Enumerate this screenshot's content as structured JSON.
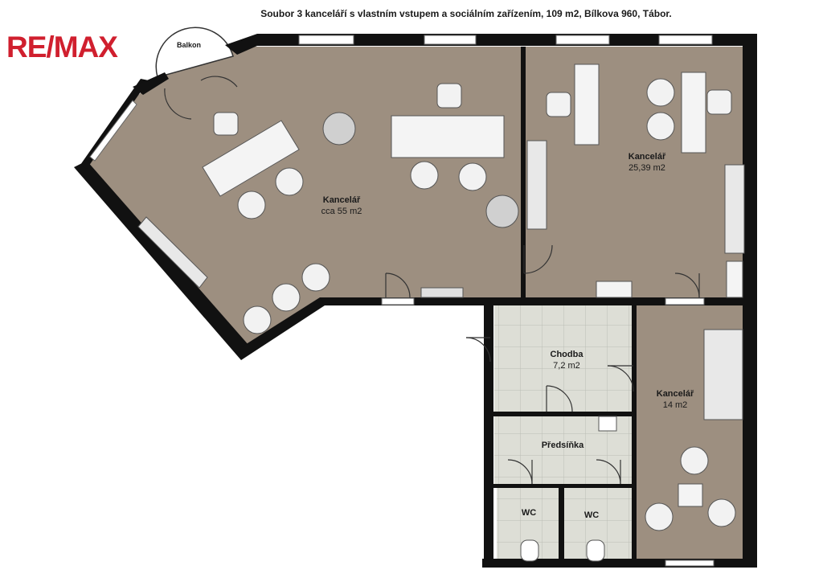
{
  "title": "Soubor 3 kanceláří s vlastním vstupem a sociálním zařízením, 109 m2, Bílkova 960, Tábor.",
  "logo": {
    "part1": "RE",
    "slash": "/",
    "part2": "MAX"
  },
  "colors": {
    "floor": "#9d8f80",
    "wall": "#111111",
    "tile": "#ddded6",
    "tile_line": "#b9bab2",
    "brand": "#d01f2e"
  },
  "rooms": {
    "balcony": {
      "name": "Balkon",
      "area": ""
    },
    "office_large": {
      "name": "Kancelář",
      "area": "cca 55 m2"
    },
    "office_right": {
      "name": "Kancelář",
      "area": "25,39 m2"
    },
    "corridor": {
      "name": "Chodba",
      "area": "7,2 m2"
    },
    "office_small": {
      "name": "Kancelář",
      "area": "14 m2"
    },
    "vestibule": {
      "name": "Předsíňka",
      "area": ""
    },
    "wc_left": {
      "name": "WC",
      "area": ""
    },
    "wc_right": {
      "name": "WC",
      "area": ""
    }
  }
}
